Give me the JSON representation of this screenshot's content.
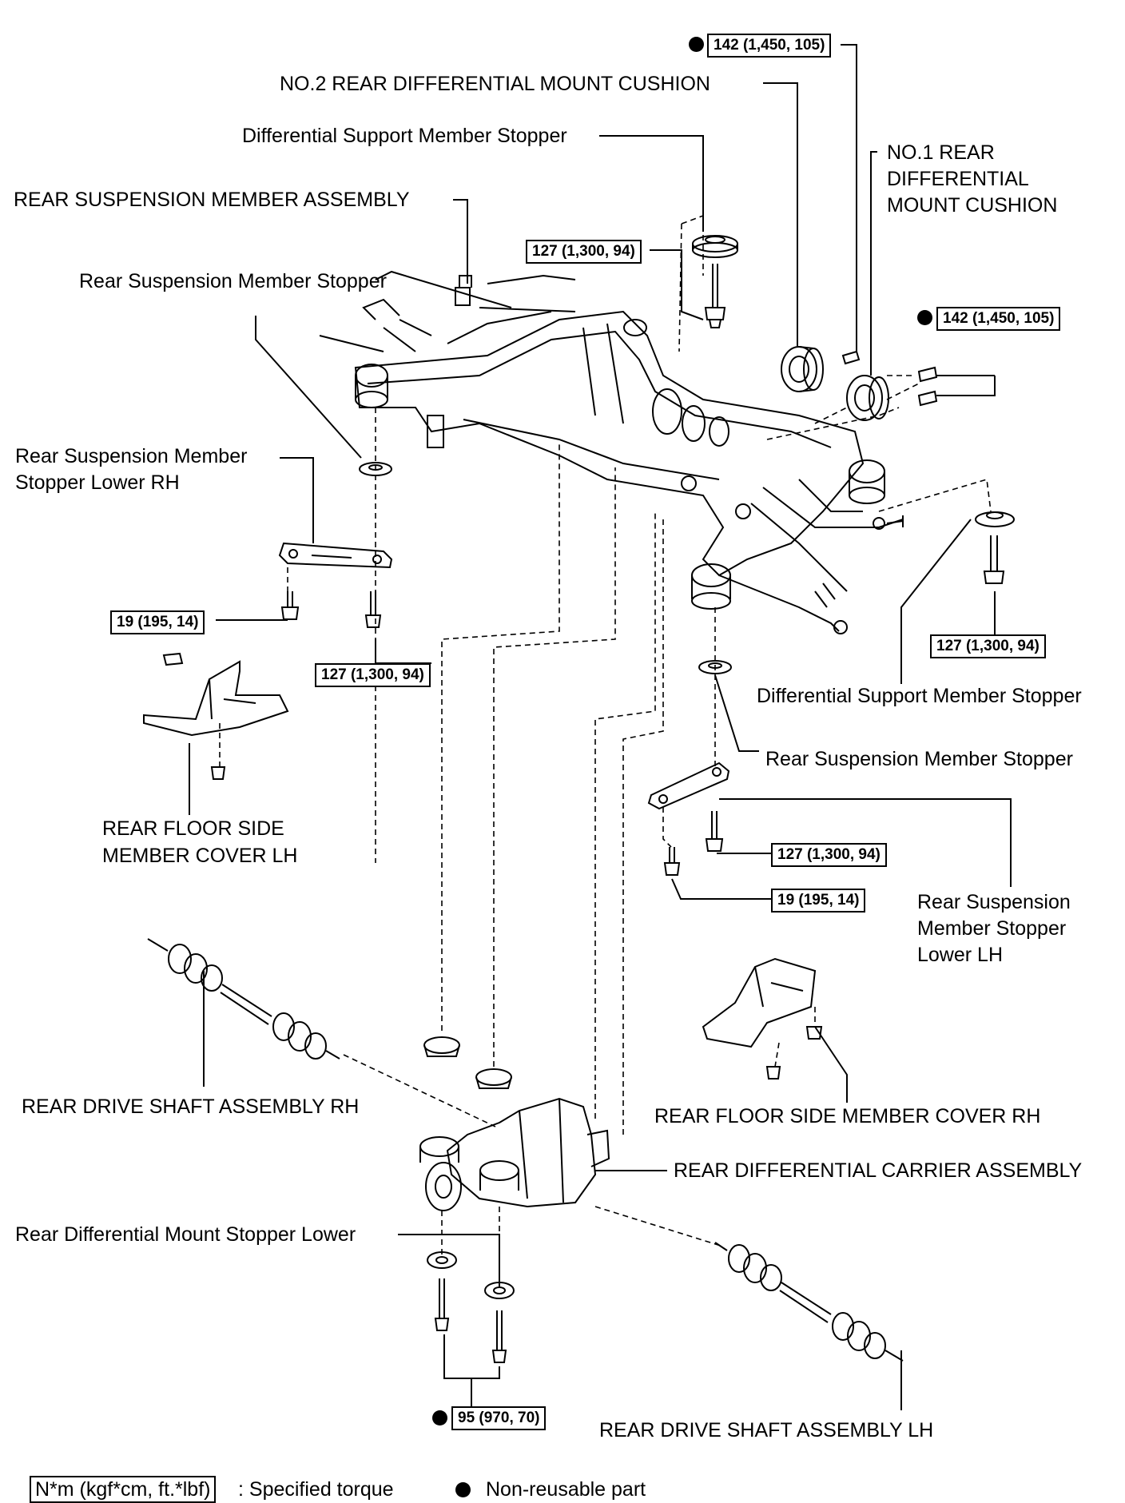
{
  "labels": {
    "no2_cushion": "NO.2 REAR DIFFERENTIAL MOUNT CUSHION",
    "diff_stopper_top": "Differential Support Member Stopper",
    "no1_cushion": "NO.1 REAR DIFFERENTIAL MOUNT CUSHION",
    "suspension_member": "REAR SUSPENSION MEMBER ASSEMBLY",
    "rear_stopper_left": "Rear Suspension Member Stopper",
    "stopper_lower_rh": "Rear Suspension Member Stopper Lower RH",
    "floor_cover_lh": "REAR FLOOR SIDE MEMBER COVER LH",
    "diff_stopper_right": "Differential Support Member Stopper",
    "rear_stopper_right": "Rear Suspension Member Stopper",
    "stopper_lower_lh": "Rear Suspension Member Stopper Lower LH",
    "drive_shaft_rh": "REAR DRIVE SHAFT ASSEMBLY RH",
    "floor_cover_rh": "REAR FLOOR SIDE MEMBER COVER RH",
    "diff_carrier": "REAR DIFFERENTIAL CARRIER ASSEMBLY",
    "mount_stopper_lower": "Rear Differential Mount Stopper Lower",
    "drive_shaft_lh": "REAR DRIVE SHAFT ASSEMBLY LH"
  },
  "torques": {
    "t_top": "142 (1,450, 105)",
    "t_right": "142 (1,450, 105)",
    "t_127_a": "127 (1,300, 94)",
    "t_127_b": "127 (1,300, 94)",
    "t_127_c": "127 (1,300, 94)",
    "t_127_d": "127 (1,300, 94)",
    "t_19_a": "19 (195, 14)",
    "t_19_b": "19 (195, 14)",
    "t_95": "95 (970, 70)"
  },
  "legend": {
    "torque_unit": "N*m (kgf*cm, ft.*lbf)",
    "torque_desc": ": Specified torque",
    "nonreusable_desc": "Non-reusable part"
  }
}
